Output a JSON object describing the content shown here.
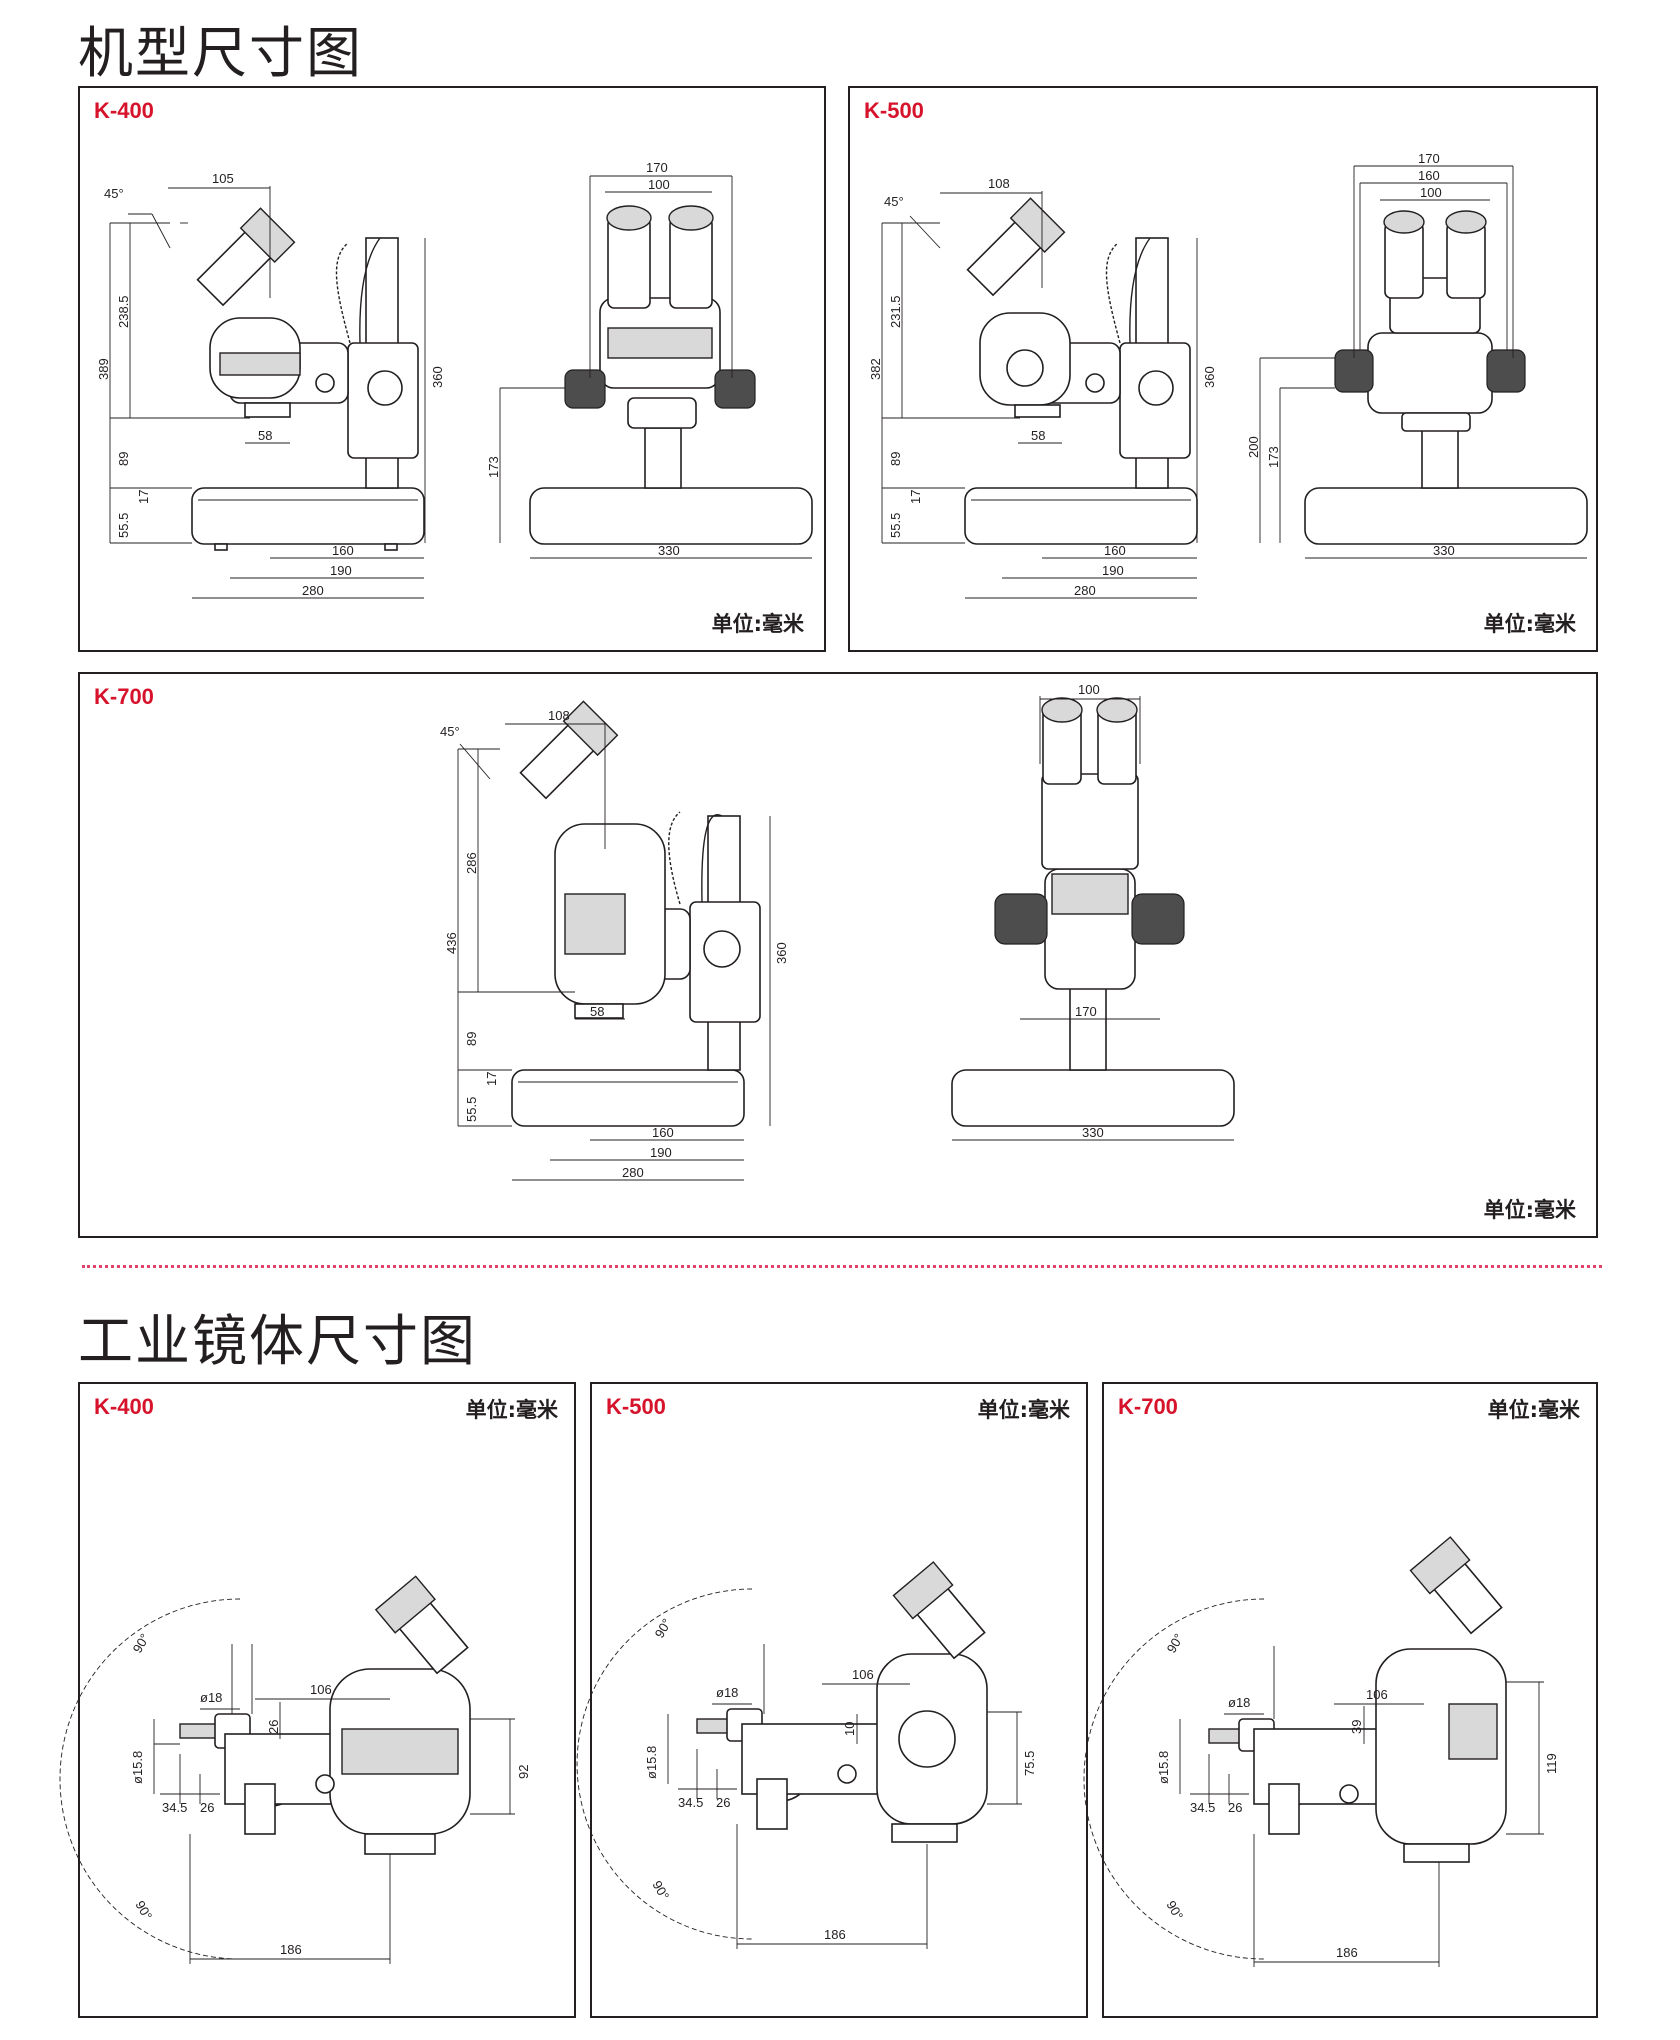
{
  "sections": {
    "models_title": "机型尺寸图",
    "body_title": "工业镜体尺寸图"
  },
  "unit_label": "单位:毫米",
  "colors": {
    "model_label": "#d6132b",
    "line": "#231f20",
    "divider": "#e0446a"
  },
  "model_panels": [
    {
      "model": "K-400",
      "side": {
        "angle": "45°",
        "eyepiece": "105",
        "upper": "238.5",
        "total": "389",
        "mid": "89",
        "base": "55.5",
        "foot": "17",
        "lens": "58",
        "pillar": "360",
        "d1": "160",
        "d2": "190",
        "d3": "280"
      },
      "front": {
        "w1": "170",
        "w2": "100",
        "height": "173",
        "base": "330"
      }
    },
    {
      "model": "K-500",
      "side": {
        "angle": "45°",
        "eyepiece": "108",
        "upper": "231.5",
        "total": "382",
        "mid": "89",
        "base": "55.5",
        "foot": "17",
        "lens": "58",
        "pillar": "360",
        "d1": "160",
        "d2": "190",
        "d3": "280"
      },
      "front": {
        "w1": "170",
        "w2": "160",
        "w3": "100",
        "h1": "200",
        "h2": "173",
        "base": "330"
      }
    },
    {
      "model": "K-700",
      "side": {
        "angle": "45°",
        "eyepiece": "108",
        "upper": "286",
        "total": "436",
        "mid": "89",
        "base": "55.5",
        "foot": "17",
        "lens": "58",
        "pillar": "360",
        "d1": "160",
        "d2": "190",
        "d3": "280"
      },
      "front": {
        "w1": "100",
        "w2": "170",
        "base": "330"
      }
    }
  ],
  "body_panels": [
    {
      "model": "K-400",
      "angle_top": "90°",
      "angle_bottom": "90°",
      "dia18": "ø18",
      "dia15": "ø15.8",
      "w106": "106",
      "v26": "26",
      "h": "92",
      "a": "34.5",
      "b": "26",
      "len": "186"
    },
    {
      "model": "K-500",
      "angle_top": "90°",
      "angle_bottom": "90°",
      "dia18": "ø18",
      "dia15": "ø15.8",
      "w106": "106",
      "v10": "10",
      "h": "75.5",
      "a": "34.5",
      "b": "26",
      "len": "186"
    },
    {
      "model": "K-700",
      "angle_top": "90°",
      "angle_bottom": "90°",
      "dia18": "ø18",
      "dia15": "ø15.8",
      "w106": "106",
      "v39": "39",
      "h": "119",
      "a": "34.5",
      "b": "26",
      "len": "186"
    }
  ]
}
